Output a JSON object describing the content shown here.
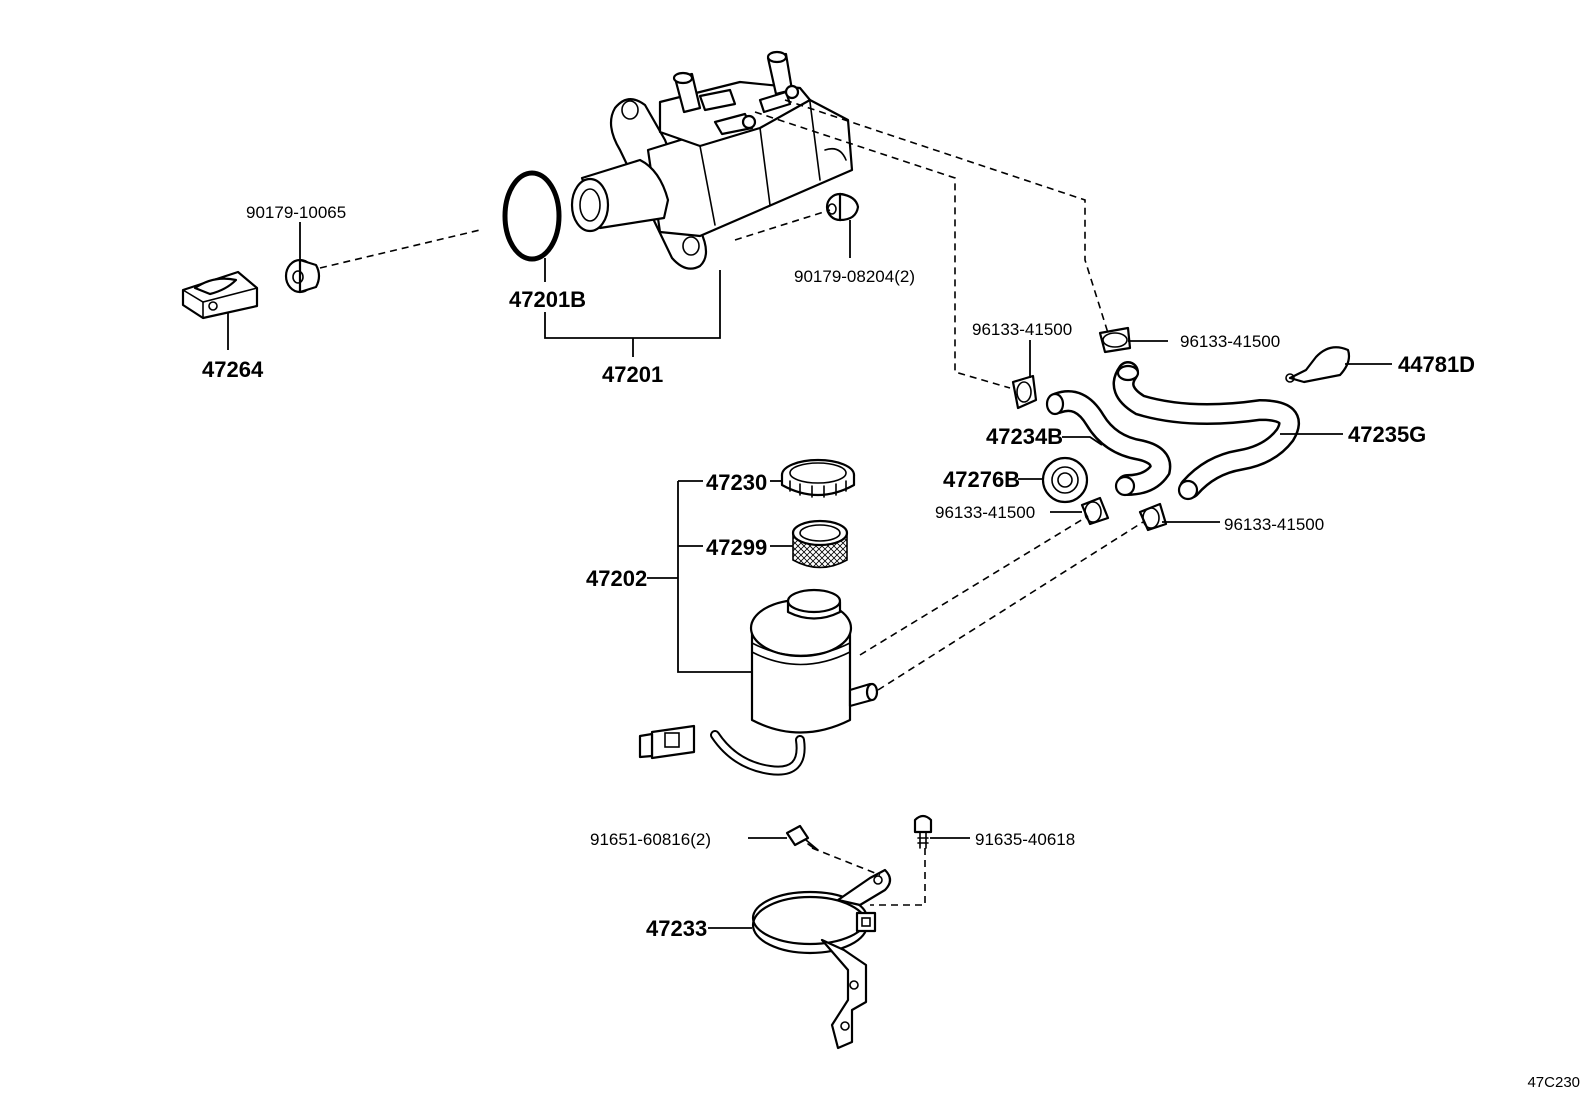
{
  "diagram_code": "47C230",
  "labels": {
    "p47201": "47201",
    "p47201B": "47201B",
    "p47264": "47264",
    "p90179_10065": "90179-10065",
    "p90179_08204": "90179-08204(2)",
    "p96133_top_left": "96133-41500",
    "p96133_top_right": "96133-41500",
    "p44781D": "44781D",
    "p47234B": "47234B",
    "p47235G": "47235G",
    "p47276B": "47276B",
    "p96133_mid_left": "96133-41500",
    "p96133_mid_right": "96133-41500",
    "p47230": "47230",
    "p47299": "47299",
    "p47202": "47202",
    "p91651": "91651-60816(2)",
    "p91635": "91635-40618",
    "p47233": "47233"
  },
  "icons": {
    "master_cylinder": "brake-master-cylinder-icon",
    "o_ring": "o-ring-icon",
    "reservoir": "fluid-reservoir-icon",
    "cap": "reservoir-cap-icon",
    "strainer": "strainer-icon",
    "bracket": "reservoir-bracket-icon",
    "hose": "hose-icon",
    "clip": "hose-clip-icon",
    "bolt": "bolt-icon",
    "plug": "plug-icon",
    "grommet": "grommet-icon",
    "clamp": "clamp-icon"
  }
}
